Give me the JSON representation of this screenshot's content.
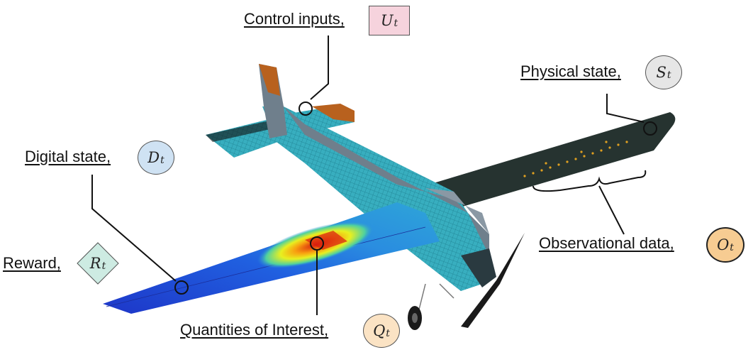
{
  "labels": {
    "control": {
      "text": "Control inputs,",
      "symbol": "U",
      "sub": "t"
    },
    "physical": {
      "text": "Physical state,",
      "symbol": "S",
      "sub": "t"
    },
    "digital": {
      "text": "Digital state,",
      "symbol": "D",
      "sub": "t"
    },
    "reward": {
      "text": "Reward,",
      "symbol": "R",
      "sub": "t"
    },
    "observational": {
      "text": "Observational data,",
      "symbol": "O",
      "sub": "t"
    },
    "qoi": {
      "text": "Quantities of Interest,",
      "symbol": "Q",
      "sub": "t"
    }
  },
  "colors": {
    "control_fill": "#f6d3dd",
    "physical_fill": "#e6e6e6",
    "digital_fill": "#cfe2f3",
    "reward_fill": "#cdebe2",
    "observational_fill": "#f7cc92",
    "qoi_fill": "#fbe3c4",
    "mesh": "#3fb3c6",
    "body_gray": "#6f7f8c",
    "dark_wing": "#263330",
    "control_surface": "#b8611e"
  }
}
